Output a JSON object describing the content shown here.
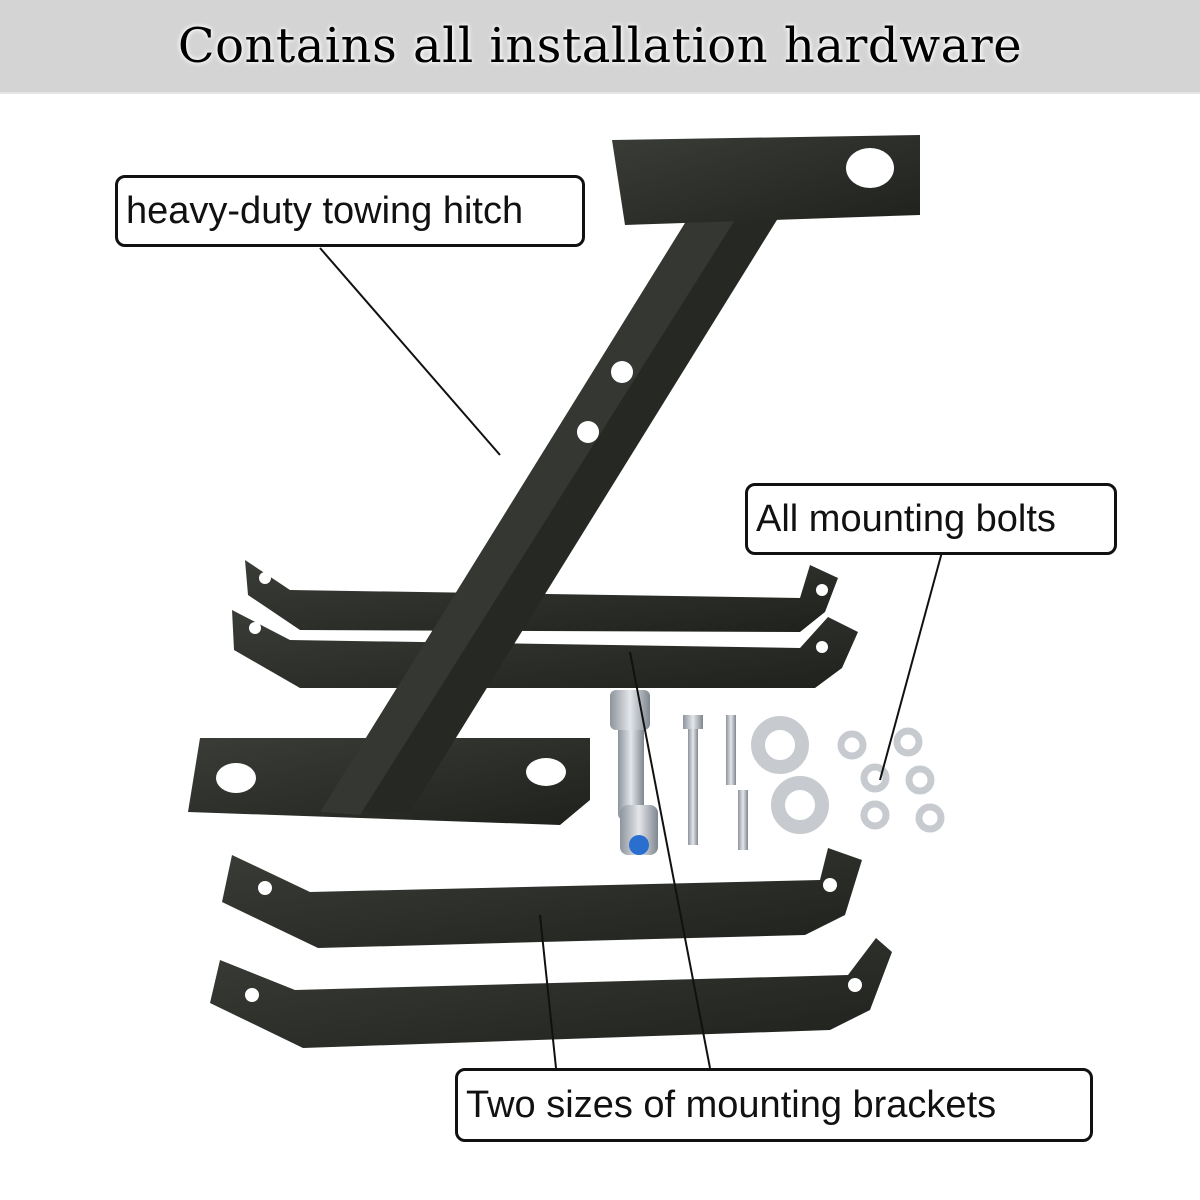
{
  "header": {
    "title": "Contains all installation hardware"
  },
  "callouts": {
    "hitch": "heavy-duty towing hitch",
    "bolts": "All mounting bolts",
    "brackets": "Two sizes of mounting brackets"
  },
  "colors": {
    "header_bg": "#d4d4d4",
    "metal": "#2a2c28",
    "metal_light": "#3c3f39",
    "zinc": "#b8bcc2"
  }
}
